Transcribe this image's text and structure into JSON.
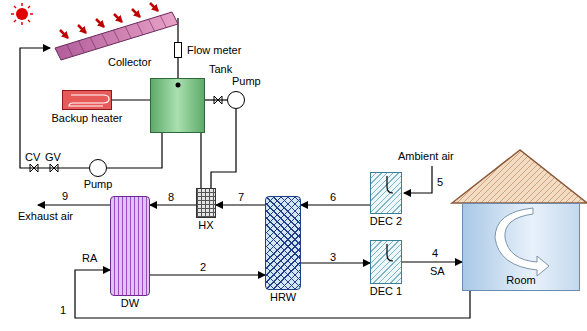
{
  "diagram": {
    "nodes": [
      {
        "text": [
          "Collector"
        ]
      },
      {
        "text": [
          "Tank"
        ]
      },
      {
        "text": [
          "Backup heater"
        ]
      },
      {
        "text": [
          "Flow meter"
        ]
      },
      {
        "text": [
          "Pump"
        ]
      },
      {
        "text": [
          "Pump"
        ]
      },
      {
        "text": [
          "HX"
        ]
      },
      {
        "text": [
          "DW"
        ]
      },
      {
        "text": [
          "HRW"
        ]
      },
      {
        "text": [
          "DEC 2"
        ]
      },
      {
        "text": [
          "DEC 1"
        ]
      },
      {
        "text": [
          "Room"
        ]
      }
    ],
    "edges": [
      {
        "from": 0,
        "to": 3,
        "arrow": "none"
      },
      {
        "from": 3,
        "to": 1,
        "arrow": "none"
      },
      {
        "from": 1,
        "to": 4,
        "arrow": "none"
      },
      {
        "from": 4,
        "to": 6,
        "arrow": "none"
      },
      {
        "from": 6,
        "to": 1,
        "arrow": "none"
      },
      {
        "from": 1,
        "to": 5,
        "arrow": "none"
      },
      {
        "from": 5,
        "to": 0,
        "arrow": "to"
      },
      {
        "from": 2,
        "to": 1,
        "arrow": "none"
      },
      {
        "from": 11,
        "to": 7,
        "arrow": "to"
      },
      {
        "from": 7,
        "to": 8,
        "arrow": "to"
      },
      {
        "from": 8,
        "to": 10,
        "arrow": "to"
      },
      {
        "from": 10,
        "to": 11,
        "arrow": "to"
      },
      {
        "from": 9,
        "to": 8,
        "arrow": "to"
      },
      {
        "from": 8,
        "to": 6,
        "arrow": "to"
      },
      {
        "from": 6,
        "to": 7,
        "arrow": "to"
      }
    ],
    "labels": [
      "CV",
      "GV",
      "Exhaust air",
      "RA",
      "Ambient air",
      "SA",
      "1",
      "2",
      "3",
      "4",
      "5",
      "6",
      "7",
      "8",
      "9"
    ]
  }
}
